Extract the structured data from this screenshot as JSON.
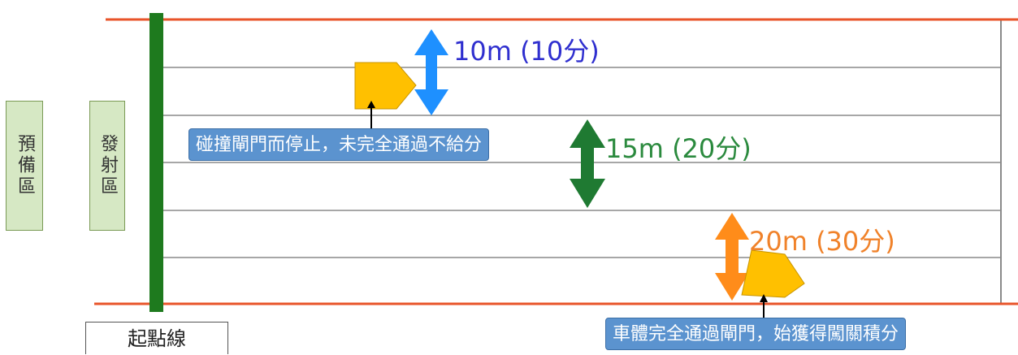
{
  "zones": {
    "prep": "預備區",
    "launch": "發射區"
  },
  "start_line": "起點線",
  "distances": [
    {
      "text": "10m (10分)",
      "color": "#2f2fcf",
      "arrow_color": "#1e90ff"
    },
    {
      "text": "15m (20分)",
      "color": "#2b8a3e",
      "arrow_color": "#1f7a32"
    },
    {
      "text": "20m (30分)",
      "color": "#f0822a",
      "arrow_color": "#ff8c1a"
    }
  ],
  "callouts": {
    "fail": "碰撞閘門而停止，未完全通過不給分",
    "pass": "車體完全通過閘門，始獲得闖關積分"
  },
  "colors": {
    "boundary_line": "#e8542a",
    "start_bar": "#1e7a1e",
    "lane_line": "#8a8a8a",
    "car": "#ffc000"
  }
}
